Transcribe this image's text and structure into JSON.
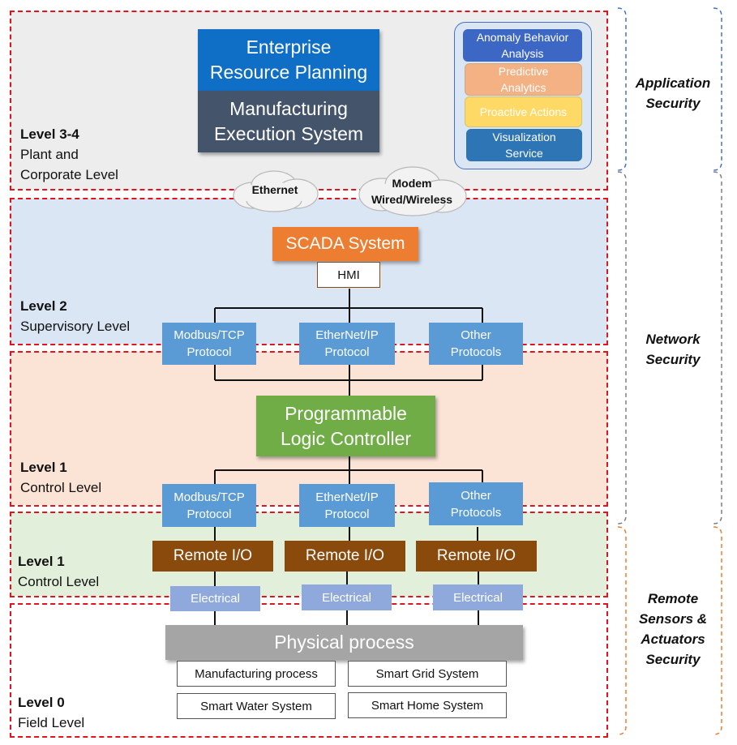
{
  "levels": [
    {
      "title": "Level 3-4",
      "subtitle_line1": "Plant and",
      "subtitle_line2": "Corporate Level"
    },
    {
      "title": "Level 2",
      "subtitle": "Supervisory Level"
    },
    {
      "title": "Level 1",
      "subtitle": "Control Level"
    },
    {
      "title": "Level 1",
      "subtitle": "Control Level"
    },
    {
      "title": "Level 0",
      "subtitle": "Field Level"
    }
  ],
  "enterprise": {
    "erp_line1": "Enterprise",
    "erp_line2": "Resource Planning",
    "mes_line1": "Manufacturing",
    "mes_line2": "Execution System"
  },
  "analytics": {
    "anomaly_line1": "Anomaly Behavior",
    "anomaly_line2": "Analysis",
    "predictive_line1": "Predictive",
    "predictive_line2": "Analytics",
    "proactive": "Proactive Actions",
    "visualization_line1": "Visualization",
    "visualization_line2": "Service"
  },
  "clouds": {
    "ethernet": "Ethernet",
    "modem_line1": "Modem",
    "modem_line2": "Wired/Wireless"
  },
  "scada": {
    "label": "SCADA System",
    "hmi": "HMI"
  },
  "protocols_upper": [
    {
      "line1": "Modbus/TCP",
      "line2": "Protocol"
    },
    {
      "line1": "EtherNet/IP",
      "line2": "Protocol"
    },
    {
      "line1": "Other",
      "line2": "Protocols"
    }
  ],
  "plc": {
    "line1": "Programmable",
    "line2": "Logic Controller"
  },
  "protocols_lower": [
    {
      "line1": "Modbus/TCP",
      "line2": "Protocol"
    },
    {
      "line1": "EtherNet/IP",
      "line2": "Protocol"
    },
    {
      "line1": "Other",
      "line2": "Protocols"
    }
  ],
  "remote_io": [
    "Remote I/O",
    "Remote I/O",
    "Remote I/O"
  ],
  "electrical": [
    "Electrical",
    "Electrical",
    "Electrical"
  ],
  "physical": {
    "label": "Physical process",
    "systems": [
      "Manufacturing process",
      "Smart Grid System",
      "Smart Water System",
      "Smart Home System"
    ]
  },
  "security": {
    "application_line1": "Application",
    "application_line2": "Security",
    "network_line1": "Network",
    "network_line2": "Security",
    "remote_line1": "Remote",
    "remote_line2": "Sensors &",
    "remote_line3": "Actuators",
    "remote_line4": "Security"
  },
  "colors": {
    "zone_border": "#e0141c",
    "erp": "#0f6fc6",
    "mes": "#44546a",
    "scada": "#ed7d31",
    "plc": "#70ad47",
    "protocol": "#5b9bd5",
    "remote_io": "#8a4a0c",
    "electrical": "#8fa9dc",
    "physical": "#a5a5a5"
  }
}
